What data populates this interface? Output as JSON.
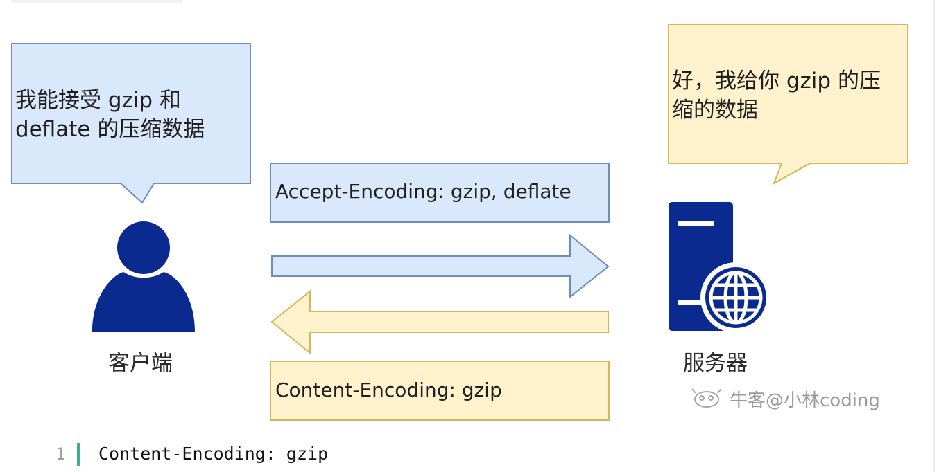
{
  "diagram": {
    "client_bubble": {
      "line1": "我能接受  gzip 和",
      "line2": "deflate 的压缩数据"
    },
    "server_bubble": {
      "line1": "好，我给你 gzip 的压",
      "line2": "缩的数据"
    },
    "request_header": "Accept-Encoding: gzip, deflate",
    "response_header": "Content-Encoding: gzip",
    "client_label": "客户端",
    "server_label": "服务器",
    "watermark": "牛客@小林coding",
    "colors": {
      "blue_fill": "#dae8fc",
      "blue_stroke": "#6c8ebf",
      "yellow_fill": "#fff2cc",
      "yellow_stroke": "#d6b656",
      "icon": "#0b2a8f"
    },
    "icons": {
      "client": "user-icon",
      "server": "web-server-icon",
      "watermark": "nowcoder-logo-icon"
    }
  },
  "code": {
    "line_number": "1",
    "text": "Content-Encoding: gzip"
  }
}
